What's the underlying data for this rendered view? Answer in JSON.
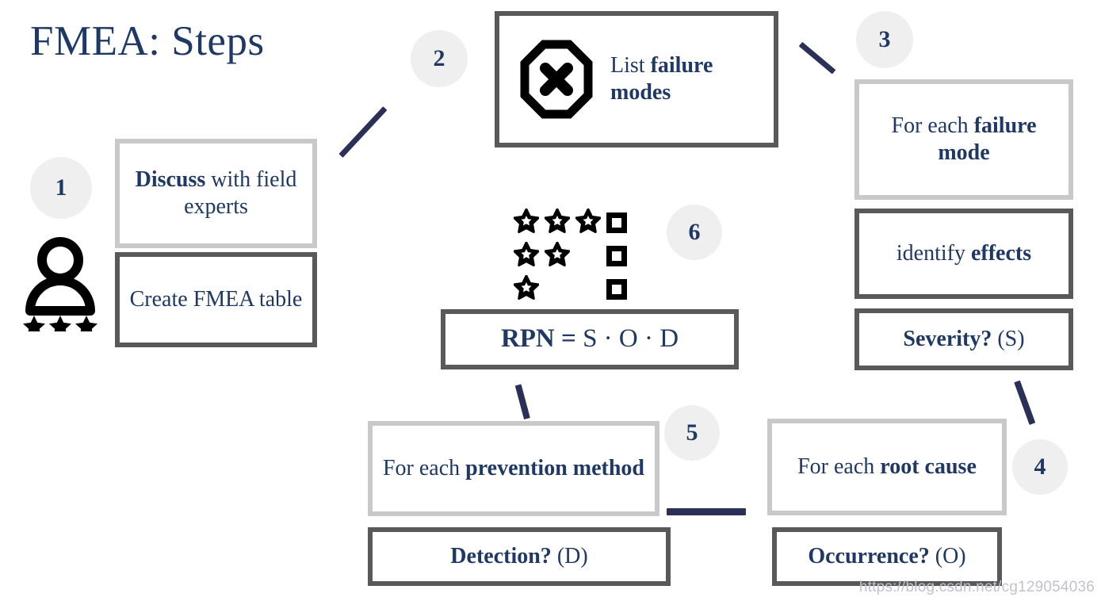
{
  "page": {
    "title": "FMEA: Steps",
    "title_color": "#1f3864",
    "background": "#ffffff",
    "accent_navy": "#1f3864",
    "connector_color": "#2b3058",
    "box_border_light": "#c9c9c9",
    "box_border_dark": "#595959",
    "badge_fill": "#efefef"
  },
  "steps": [
    {
      "number": "1",
      "boxes": [
        "Discuss with field experts",
        "Create FMEA table"
      ]
    },
    {
      "number": "2",
      "boxes": [
        "List failure modes"
      ]
    },
    {
      "number": "3",
      "boxes": [
        "For each failure mode",
        "identify effects",
        "Severity? (S)"
      ]
    },
    {
      "number": "4",
      "boxes": [
        "For each root cause",
        "Occurrence? (O)"
      ]
    },
    {
      "number": "5",
      "boxes": [
        "For each prevention method",
        "Detection? (D)"
      ]
    },
    {
      "number": "6",
      "boxes": [
        "RPN = S · O · D"
      ]
    }
  ],
  "badges": {
    "one": "1",
    "two": "2",
    "three": "3",
    "four": "4",
    "five": "5",
    "six": "6"
  },
  "boxes": {
    "discuss": {
      "lead": "Discuss",
      "rest": " with field experts",
      "style": "light"
    },
    "create_table": {
      "text": "Create FMEA table",
      "style": "dark"
    },
    "list_failure_modes": {
      "lead": "List ",
      "rest": "failure modes",
      "style": "dark"
    },
    "for_each_failure_mode": {
      "lead": "For each ",
      "rest": "failure mode",
      "style": "light"
    },
    "identify_effects": {
      "lead": "identify ",
      "rest": "effects",
      "style": "dark"
    },
    "severity": {
      "lead": "Severity?",
      "rest": " (S)",
      "style": "dark"
    },
    "for_each_root_cause": {
      "lead": "For each ",
      "rest": "root cause",
      "style": "light"
    },
    "occurrence": {
      "lead": "Occurrence?",
      "rest": " (O)",
      "style": "dark"
    },
    "for_each_prevention": {
      "lead": "For each ",
      "rest": "prevention method",
      "style": "light"
    },
    "detection": {
      "lead": "Detection?",
      "rest": " (D)",
      "style": "dark"
    },
    "rpn": {
      "lead": "RPN =",
      "rest": " S · O · D",
      "style": "dark"
    }
  },
  "icons": {
    "person": "person-with-three-stars-icon",
    "failure": "octagon-x-icon",
    "rating_grid": "star-rating-grid-icon"
  },
  "rating_grid": {
    "rows": [
      {
        "stars": 3,
        "square": true
      },
      {
        "stars": 2,
        "square": true
      },
      {
        "stars": 1,
        "square": true
      }
    ],
    "columns": 4
  },
  "person_rating": {
    "stars": 3
  },
  "watermark": {
    "text": "https://blog.csdn.net/cg129054036"
  }
}
